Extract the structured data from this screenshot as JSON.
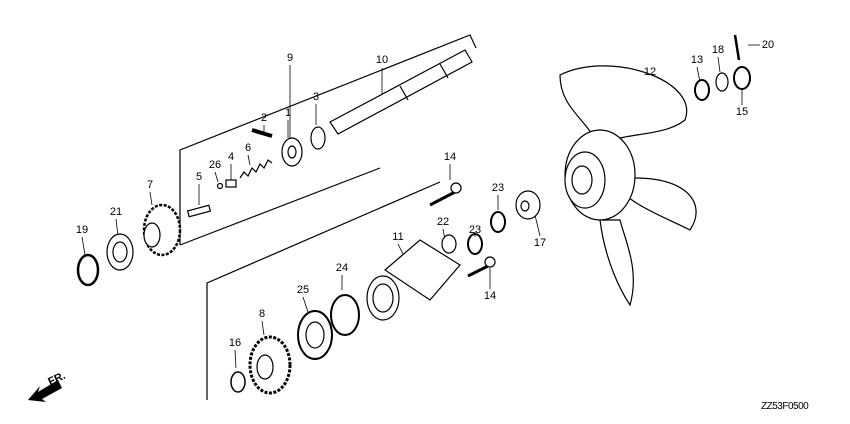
{
  "diagram_code": "ZZ53F0500",
  "front_arrow_label": "FR.",
  "callouts": [
    "9",
    "10",
    "2",
    "1",
    "3",
    "26",
    "4",
    "6",
    "5",
    "7",
    "21",
    "19",
    "14",
    "23",
    "23",
    "22",
    "11",
    "17",
    "14",
    "24",
    "25",
    "8",
    "16",
    "12",
    "13",
    "18",
    "20",
    "15"
  ]
}
